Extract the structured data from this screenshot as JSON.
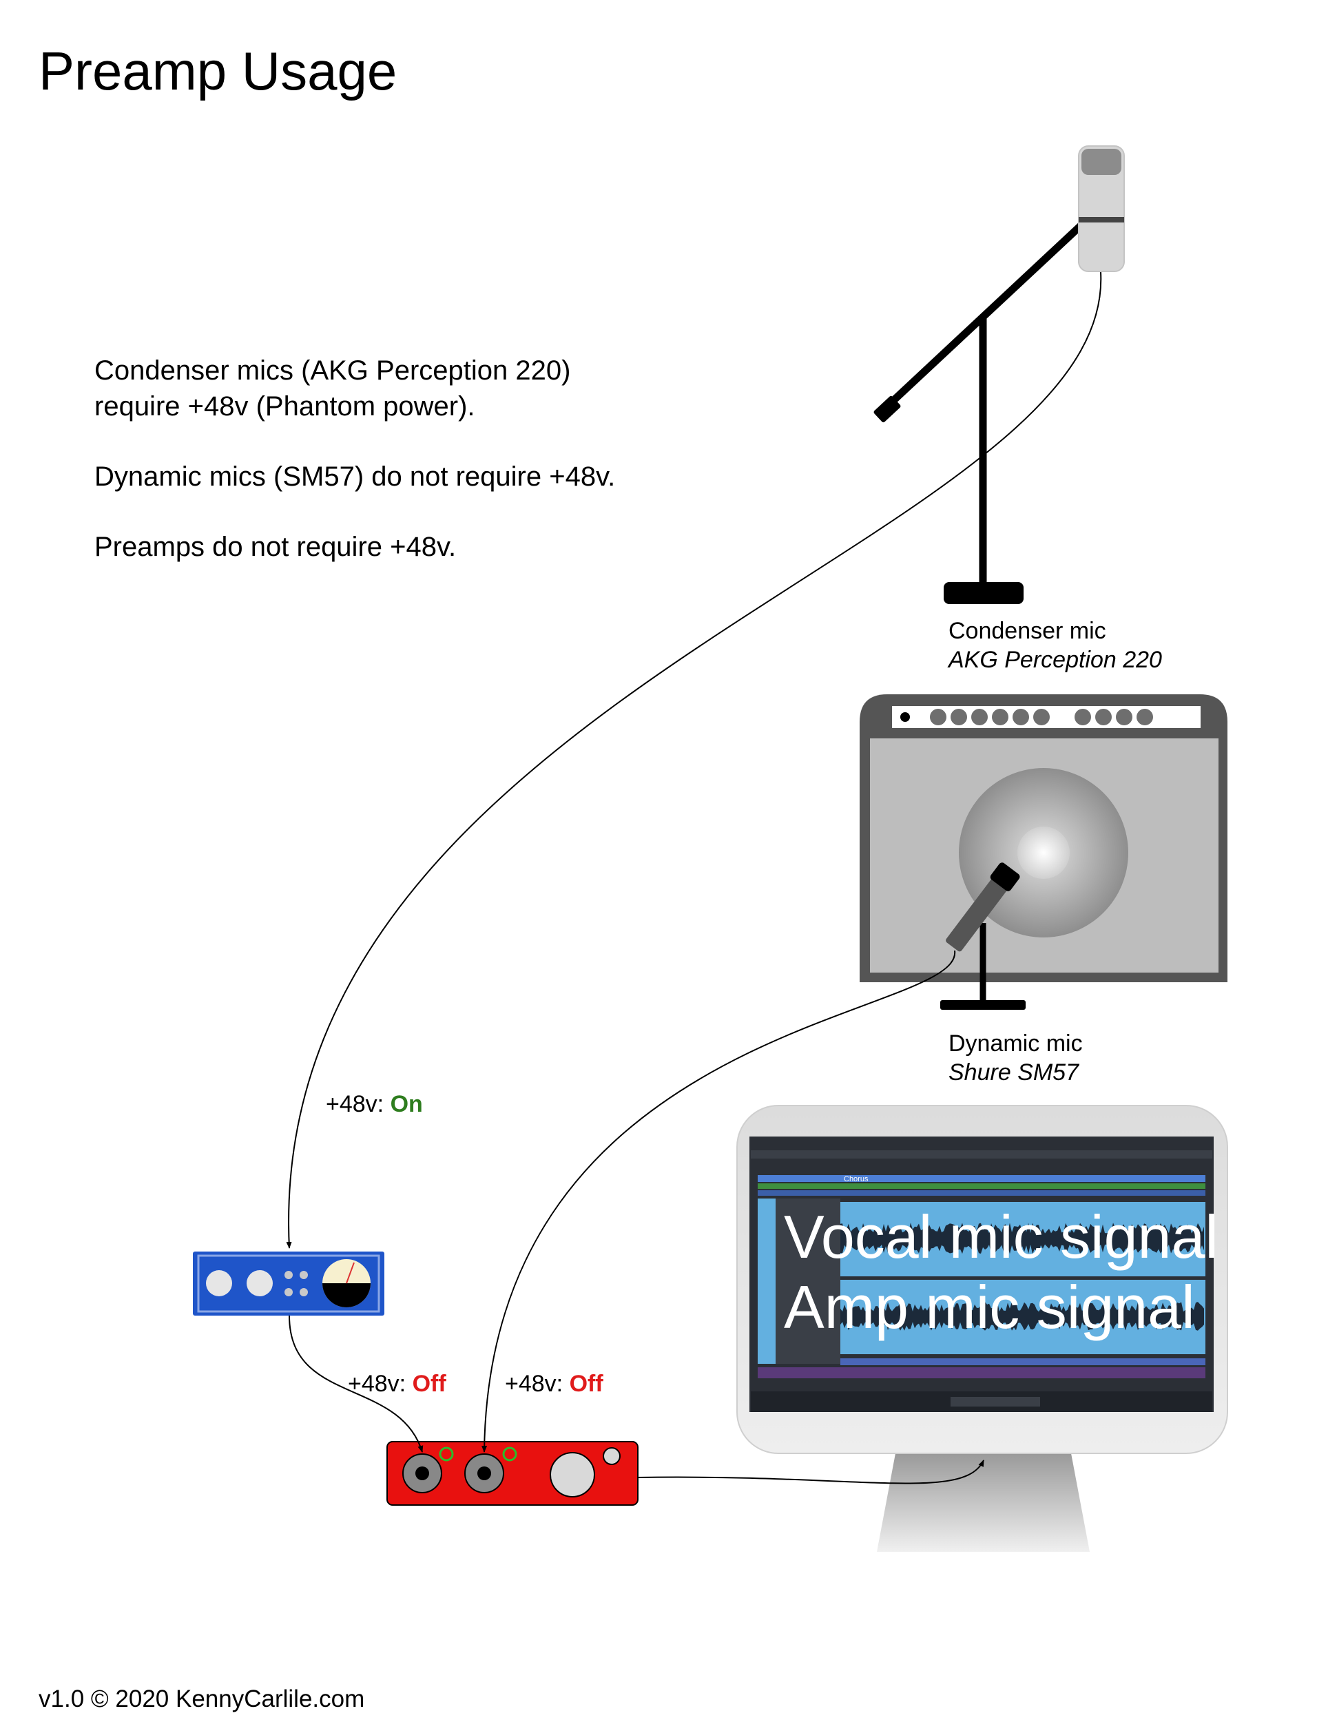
{
  "title": "Preamp Usage",
  "notes": {
    "line1": "Condenser mics (AKG Perception 220)",
    "line2": "require +48v (Phantom power).",
    "line3": "Dynamic mics (SM57) do not require +48v.",
    "line4": "Preamps do not require +48v."
  },
  "condenser": {
    "label": "Condenser mic",
    "model": "AKG Perception 220"
  },
  "dynamic": {
    "label": "Dynamic mic",
    "model": "Shure SM57"
  },
  "phantom": {
    "prefix": "+48v: ",
    "preamp_state": "On",
    "interface_in1_state": "Off",
    "interface_in2_state": "Off"
  },
  "daw": {
    "signal1": "Vocal mic signal",
    "signal2": "Amp mic signal",
    "marker": "Chorus"
  },
  "footer": "v1.0 © 2020 KennyCarlile.com",
  "colors": {
    "on": "#2e7d1e",
    "off": "#e01b1b",
    "preamp": "#1f55c9",
    "interface": "#e8110f",
    "amp_body": "#bdbdbd",
    "daw_track": "#63b0e0"
  }
}
